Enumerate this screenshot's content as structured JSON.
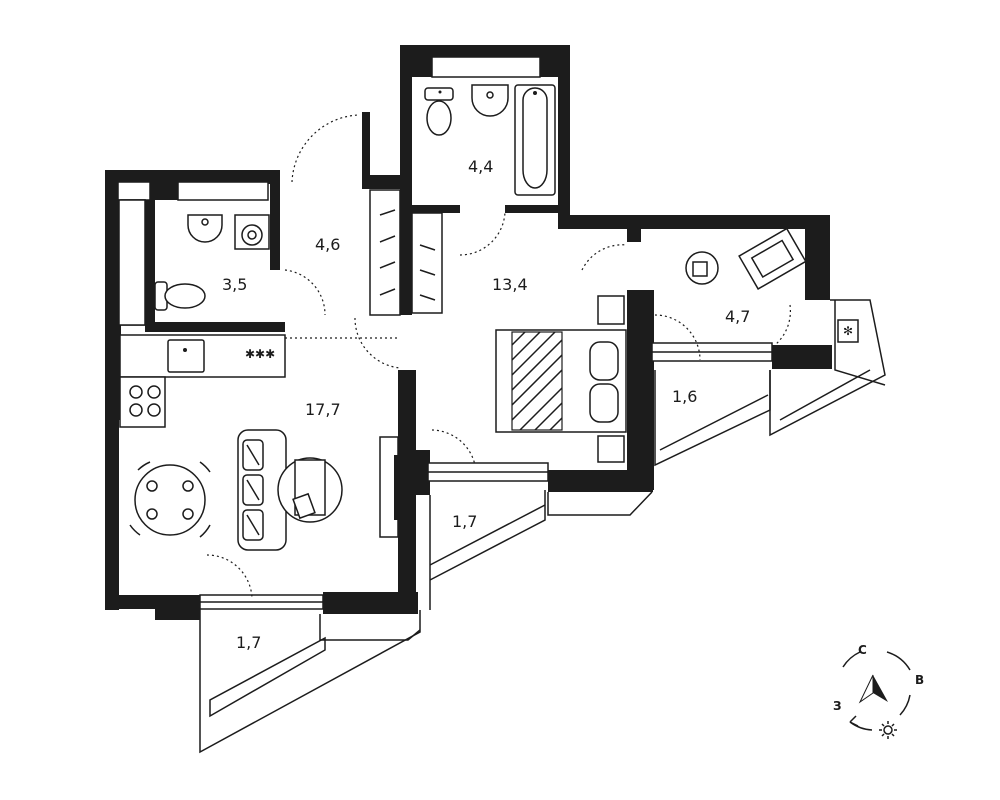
{
  "rooms": [
    {
      "id": "bathroom",
      "area": "4,4"
    },
    {
      "id": "wc-laundry",
      "area": "3,5"
    },
    {
      "id": "hallway",
      "area": "4,6"
    },
    {
      "id": "living-kitchen",
      "area": "17,7"
    },
    {
      "id": "bedroom",
      "area": "13,4"
    },
    {
      "id": "dressing",
      "area": "4,7"
    },
    {
      "id": "balcony-east",
      "area": "1,6"
    },
    {
      "id": "balcony-middle",
      "area": "1,7"
    },
    {
      "id": "balcony-west",
      "area": "1,7"
    }
  ],
  "compass": {
    "north": "С",
    "east": "В",
    "west": "З"
  },
  "stove_label": "✱✱✱",
  "colors": {
    "wall": "#1c1c1c",
    "background": "#ffffff"
  }
}
